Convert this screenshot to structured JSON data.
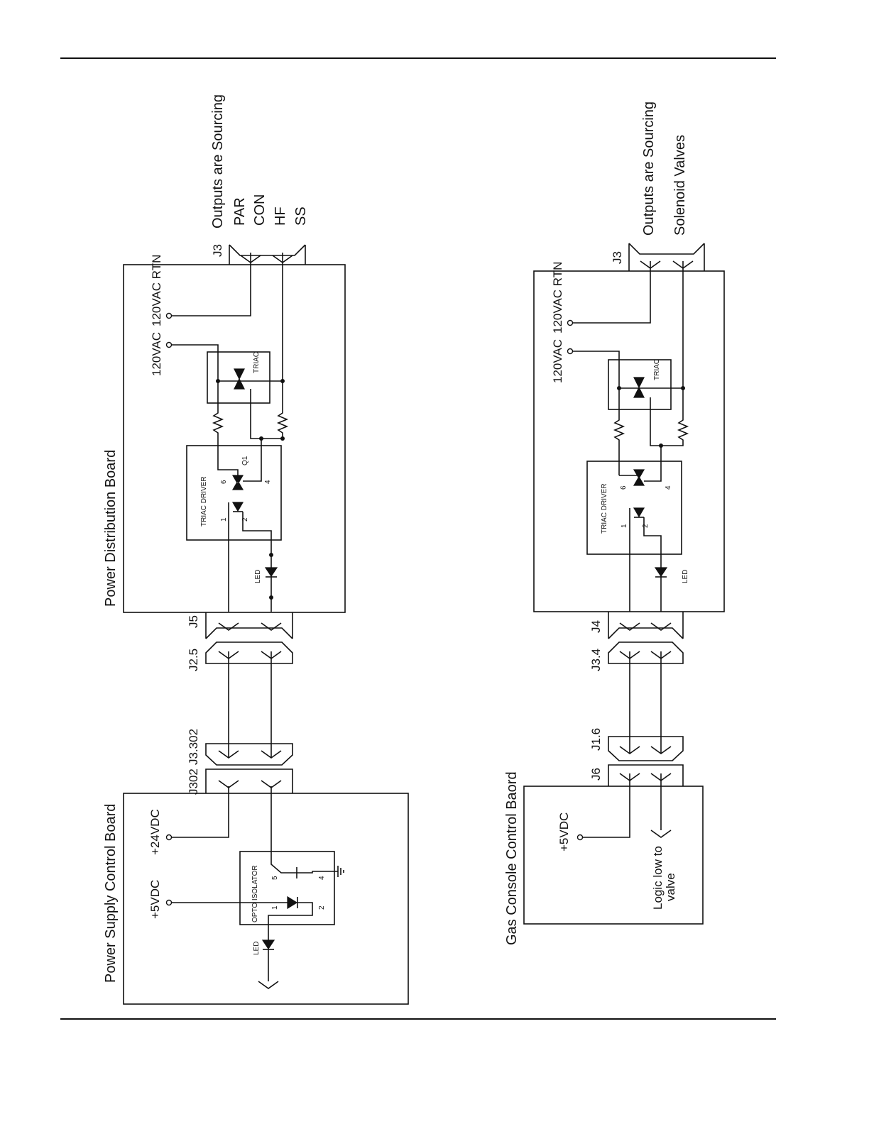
{
  "power_distribution_board": {
    "title": "Power Distribution Board",
    "supply_120vac": "120VAC",
    "supply_120vac_rtn": "120VAC RTN",
    "connector_out": "J3",
    "connector_in": "J5",
    "outputs_note": "Outputs are Sourcing",
    "outputs": [
      "PAR",
      "CON",
      "HF",
      "SS"
    ],
    "triac": "TRIAC",
    "triac_driver": "TRIAC DRIVER",
    "q1": "Q1",
    "led": "LED",
    "pins": [
      "1",
      "2",
      "6",
      "4"
    ]
  },
  "power_supply_control_board": {
    "title": "Power Supply Control Board",
    "plus5": "+5VDC",
    "plus24": "+24VDC",
    "connector": "J302",
    "opto": "OPTO ISOLATOR",
    "led": "LED",
    "pins": [
      "1",
      "2",
      "5",
      "4"
    ]
  },
  "cable_1": {
    "conn_a": "J2.5",
    "conn_b": "J3.302"
  },
  "gas_side_distribution": {
    "connector_out": "J3",
    "connector_in": "J4",
    "supply_120vac": "120VAC",
    "supply_120vac_rtn": "120VAC RTN",
    "outputs_note": "Outputs are Sourcing",
    "solenoid": "Solenoid Valves",
    "triac": "TRIAC",
    "triac_driver": "TRIAC DRIVER",
    "led": "LED",
    "pins": [
      "1",
      "2",
      "6",
      "4"
    ]
  },
  "cable_2": {
    "conn_a": "J3.4",
    "conn_b": "J1.6"
  },
  "gas_console_control_board": {
    "title": "Gas Console Control Baord",
    "connector": "J6",
    "plus5": "+5VDC",
    "logic_line1": "Logic low to",
    "logic_line2": "valve"
  }
}
